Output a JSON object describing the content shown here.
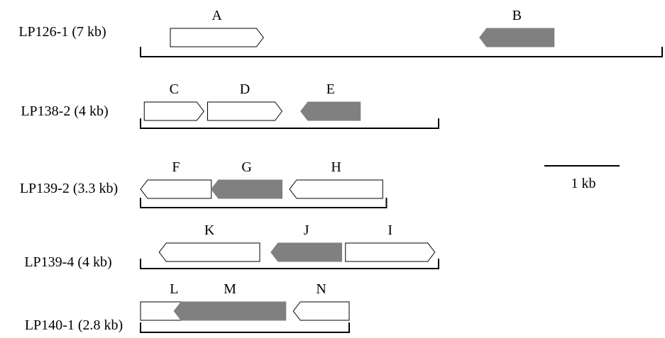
{
  "colors": {
    "filled": "#808080",
    "open": "#ffffff",
    "stroke": "#000000"
  },
  "scale_bar": {
    "label": "1 kb",
    "length_kb": 1
  },
  "contigs": [
    {
      "label": "LP126-1 (7 kb)",
      "length_kb": 7,
      "genes": [
        {
          "name": "A",
          "start_kb": 0.4,
          "end_kb": 1.65,
          "strand": "+",
          "fill": "open"
        },
        {
          "name": "B",
          "start_kb": 4.55,
          "end_kb": 5.55,
          "strand": "-",
          "fill": "filled"
        }
      ]
    },
    {
      "label": "LP138-2 (4 kb)",
      "length_kb": 4,
      "genes": [
        {
          "name": "C",
          "start_kb": 0.05,
          "end_kb": 0.85,
          "strand": "+",
          "fill": "open"
        },
        {
          "name": "D",
          "start_kb": 0.9,
          "end_kb": 1.9,
          "strand": "+",
          "fill": "open"
        },
        {
          "name": "E",
          "start_kb": 2.15,
          "end_kb": 2.95,
          "strand": "-",
          "fill": "filled"
        }
      ]
    },
    {
      "label": "LP139-2 (3.3 kb)",
      "length_kb": 3.3,
      "genes": [
        {
          "name": "F",
          "start_kb": 0.0,
          "end_kb": 0.95,
          "strand": "-",
          "fill": "open"
        },
        {
          "name": "G",
          "start_kb": 0.95,
          "end_kb": 1.9,
          "strand": "-",
          "fill": "filled"
        },
        {
          "name": "H",
          "start_kb": 2.0,
          "end_kb": 3.25,
          "strand": "-",
          "fill": "open"
        }
      ]
    },
    {
      "label": "LP139-4 (4 kb)",
      "length_kb": 4,
      "genes": [
        {
          "name": "K",
          "start_kb": 0.25,
          "end_kb": 1.6,
          "strand": "-",
          "fill": "open"
        },
        {
          "name": "J",
          "start_kb": 1.75,
          "end_kb": 2.7,
          "strand": "-",
          "fill": "filled"
        },
        {
          "name": "I",
          "start_kb": 2.75,
          "end_kb": 3.95,
          "strand": "+",
          "fill": "open"
        }
      ]
    },
    {
      "label": "LP140-1 (2.8 kb)",
      "length_kb": 2.8,
      "genes": [
        {
          "name": "L",
          "start_kb": 0.0,
          "end_kb": 0.9,
          "strand": "+",
          "fill": "open"
        },
        {
          "name": "M",
          "start_kb": 0.45,
          "end_kb": 1.95,
          "strand": "-",
          "fill": "filled"
        },
        {
          "name": "N",
          "start_kb": 2.05,
          "end_kb": 2.8,
          "strand": "-",
          "fill": "open"
        }
      ]
    }
  ]
}
